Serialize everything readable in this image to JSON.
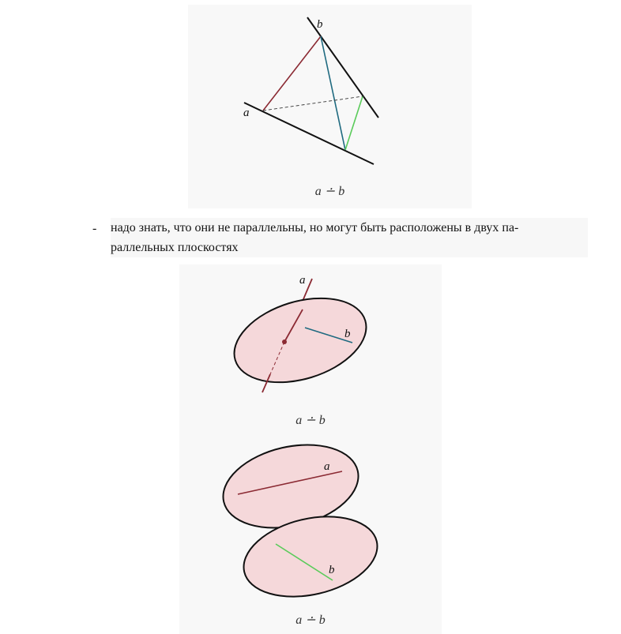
{
  "figure1": {
    "label_a": "a",
    "label_b": "b",
    "caption": "a ∸ b"
  },
  "bullet": {
    "marker": "-",
    "text_line1": "надо знать, что они не параллельны, но могут быть расположены в двух па-",
    "text_line2": "раллельных плоскостях"
  },
  "figure2": {
    "label_a": "a",
    "label_b": "b",
    "caption": "a ∸ b"
  },
  "figure3": {
    "label_a": "a",
    "label_b": "b",
    "caption": "a ∸ b"
  },
  "colors": {
    "line_a": "#8b2a33",
    "line_b_teal": "#1f6a80",
    "line_green": "#5acb5a",
    "plane_fill": "#f5d8da",
    "frame_bg": "#f8f8f8"
  }
}
